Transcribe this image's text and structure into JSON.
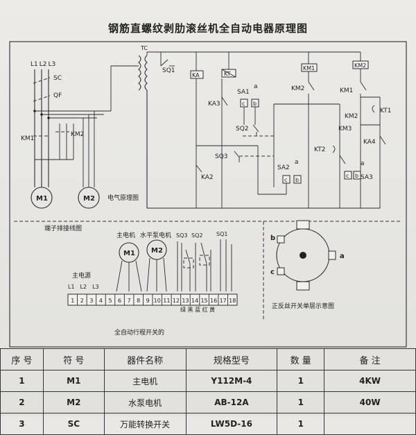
{
  "title": "钢筋直螺纹剥肋滚丝机全自动电器原理图",
  "schematic": {
    "caption": "电气原理图",
    "labels": {
      "phases": [
        "L1",
        "L2",
        "L3"
      ],
      "sc": "SC",
      "qf": "QF",
      "km1": "KM1",
      "km2": "KM2",
      "m1": "M1",
      "m2": "M2",
      "tc": "TC",
      "sq1": "SQ1",
      "ka": "KA",
      "kt": "KT",
      "km1_coil": "KM1",
      "km2_coil": "KM2",
      "ka3": "KA3",
      "sa1": "SA1",
      "km2_nc": "KM2",
      "km1_nc": "KM1",
      "km2_no": "KM2",
      "kt1": "KT1",
      "sq2": "SQ2",
      "km3": "KM3",
      "ka4": "KA4",
      "sq3": "SQ3",
      "kt2": "KT2",
      "sa2": "SA2",
      "ka2": "KA2",
      "sa3": "SA3",
      "a": "a",
      "b": "b",
      "c": "c"
    }
  },
  "terminal": {
    "caption": "端子排接线图",
    "main_motor": "主电机",
    "pump_motor": "水平泵电机",
    "m1": "M1",
    "m2": "M2",
    "sq3": "SQ3",
    "sq2": "SQ2",
    "sq1": "SQ1",
    "power": "主电源",
    "phases": [
      "L1",
      "L2",
      "L3"
    ],
    "numbers": [
      "1",
      "2",
      "3",
      "4",
      "5",
      "6",
      "7",
      "8",
      "9",
      "10",
      "11",
      "12",
      "13",
      "14",
      "15",
      "16",
      "17",
      "18"
    ],
    "wire_colors": "绿 黑 蓝 红 黄",
    "switch_caption": "全自动行程开关的"
  },
  "switch_diagram": {
    "caption": "正反丝开关单层示意图",
    "a": "a",
    "b": "b",
    "c": "c"
  },
  "table": {
    "headers": [
      "序 号",
      "符 号",
      "器件名称",
      "规格型号",
      "数 量",
      "备 注"
    ],
    "rows": [
      [
        "1",
        "M1",
        "主电机",
        "Y112M-4",
        "1",
        "4KW"
      ],
      [
        "2",
        "M2",
        "水泵电机",
        "AB-12A",
        "1",
        "40W"
      ],
      [
        "3",
        "SC",
        "万能转换开关",
        "LW5D-16",
        "1",
        ""
      ]
    ]
  }
}
